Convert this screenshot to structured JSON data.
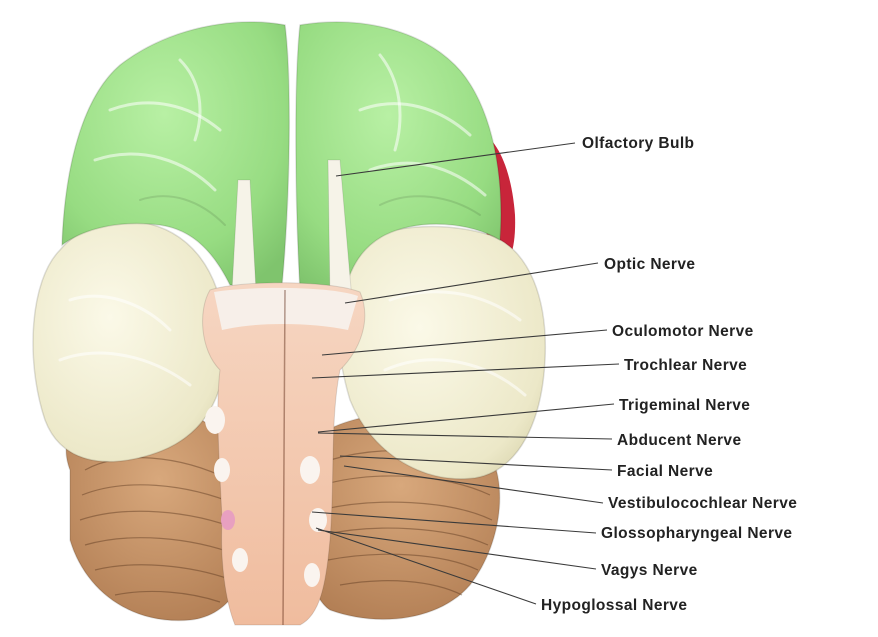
{
  "colors": {
    "frontal_lobe": "#9fe08a",
    "temporal_lobe": "#f3f0d6",
    "brainstem": "#f4c8ae",
    "cerebellum": "#c8966a",
    "accent_red": "#c8253a",
    "label_text": "#222222"
  },
  "labels": [
    {
      "id": "olfactory-bulb",
      "text": "Olfactory Bulb"
    },
    {
      "id": "optic-nerve",
      "text": "Optic Nerve"
    },
    {
      "id": "oculomotor-nerve",
      "text": "Oculomotor Nerve"
    },
    {
      "id": "trochlear-nerve",
      "text": "Trochlear Nerve"
    },
    {
      "id": "trigeminal-nerve",
      "text": "Trigeminal Nerve"
    },
    {
      "id": "abducent-nerve",
      "text": "Abducent Nerve"
    },
    {
      "id": "facial-nerve",
      "text": "Facial Nerve"
    },
    {
      "id": "vestibulocochlear-nerve",
      "text": "Vestibulocochlear Nerve"
    },
    {
      "id": "glossopharyngeal-nerve",
      "text": "Glossopharyngeal Nerve"
    },
    {
      "id": "vagys-nerve",
      "text": "Vagys Nerve"
    },
    {
      "id": "hypoglossal-nerve",
      "text": "Hypoglossal Nerve"
    }
  ]
}
